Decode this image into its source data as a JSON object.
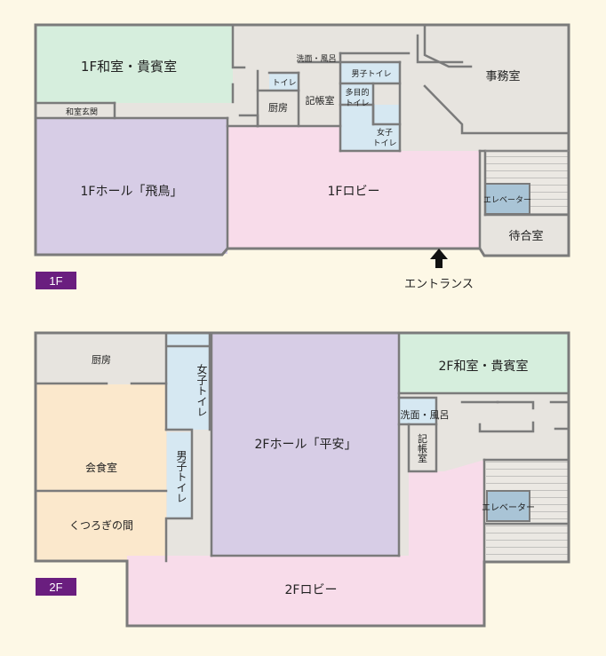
{
  "floor1": {
    "badge": "1F",
    "rooms": {
      "washitsu": "1F和室・貴賓室",
      "washitsu_genkan": "和室玄関",
      "senmen": "洗面・風呂",
      "toilet": "トイレ",
      "chubou": "厨房",
      "kichoushitsu": "記帳室",
      "male_toilet": "男子トイレ",
      "multi_toilet_1": "多目的",
      "multi_toilet_2": "トイレ",
      "female_toilet_1": "女子",
      "female_toilet_2": "トイレ",
      "jimushitsu": "事務室",
      "hall": "1Fホール「飛鳥」",
      "lobby": "1Fロビー",
      "elevator": "エレベーター",
      "machiai": "待合室"
    },
    "entrance": "エントランス"
  },
  "floor2": {
    "badge": "2F",
    "rooms": {
      "chubou": "厨房",
      "female_toilet": "女子トイレ",
      "hall": "2Fホール「平安」",
      "washitsu": "2F和室・貴賓室",
      "senmen": "洗面・風呂",
      "kichou": "記帳室",
      "kaishokushitsu": "会食室",
      "kutsurogi": "くつろぎの間",
      "male_toilet": "男子トイレ",
      "elevator": "エレベーター",
      "lobby": "2Fロビー"
    }
  },
  "colors": {
    "background": "#fdf8e6",
    "corridor": "#e7e4df",
    "washitsu_green": "#d6eedd",
    "hall_purple": "#d7cde6",
    "lobby_pink": "#f8dcea",
    "toilet_blue": "#d6e8f2",
    "dining_beige": "#fbe8cc",
    "elevator_blue": "#a9c4d6",
    "wall": "#7b7b7b",
    "badge_purple": "#6a1e7f"
  }
}
